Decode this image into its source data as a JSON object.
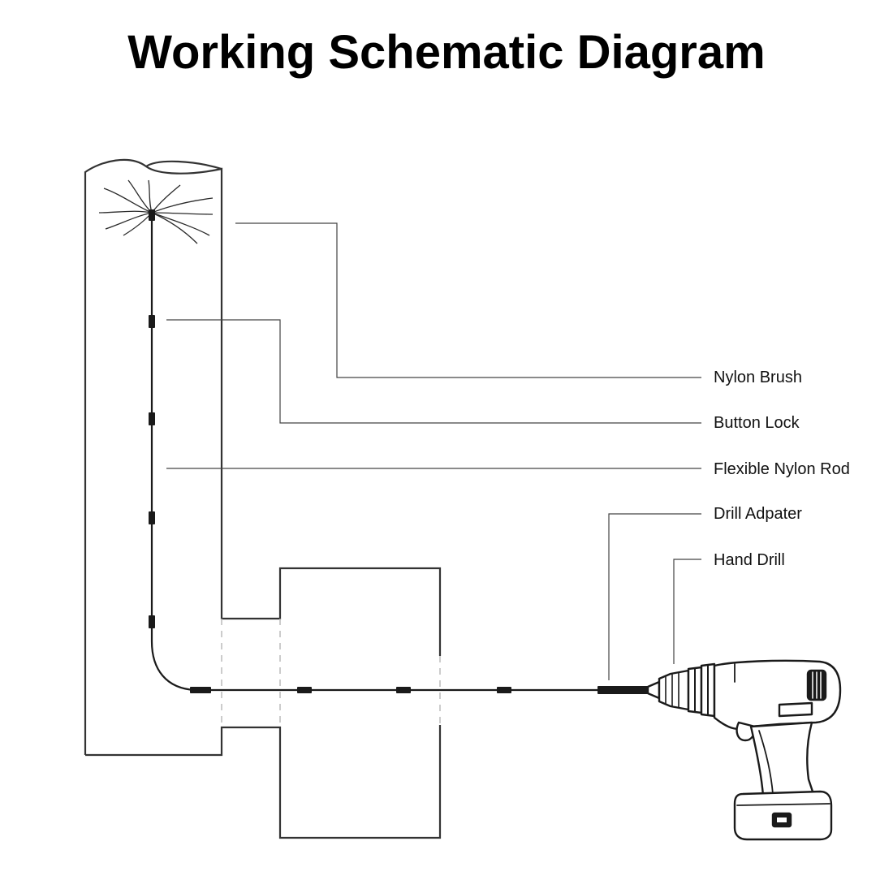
{
  "title": "Working Schematic Diagram",
  "labels": {
    "nylon_brush": "Nylon Brush",
    "button_lock": "Button Lock",
    "flexible_nylon_rod": "Flexible Nylon Rod",
    "drill_adapter": "Drill Adpater",
    "hand_drill": "Hand Drill"
  },
  "colors": {
    "line": "#1a1a1a",
    "pipe": "#333333",
    "dashed": "#bbbbbb",
    "drill_fill": "#ffffff"
  }
}
